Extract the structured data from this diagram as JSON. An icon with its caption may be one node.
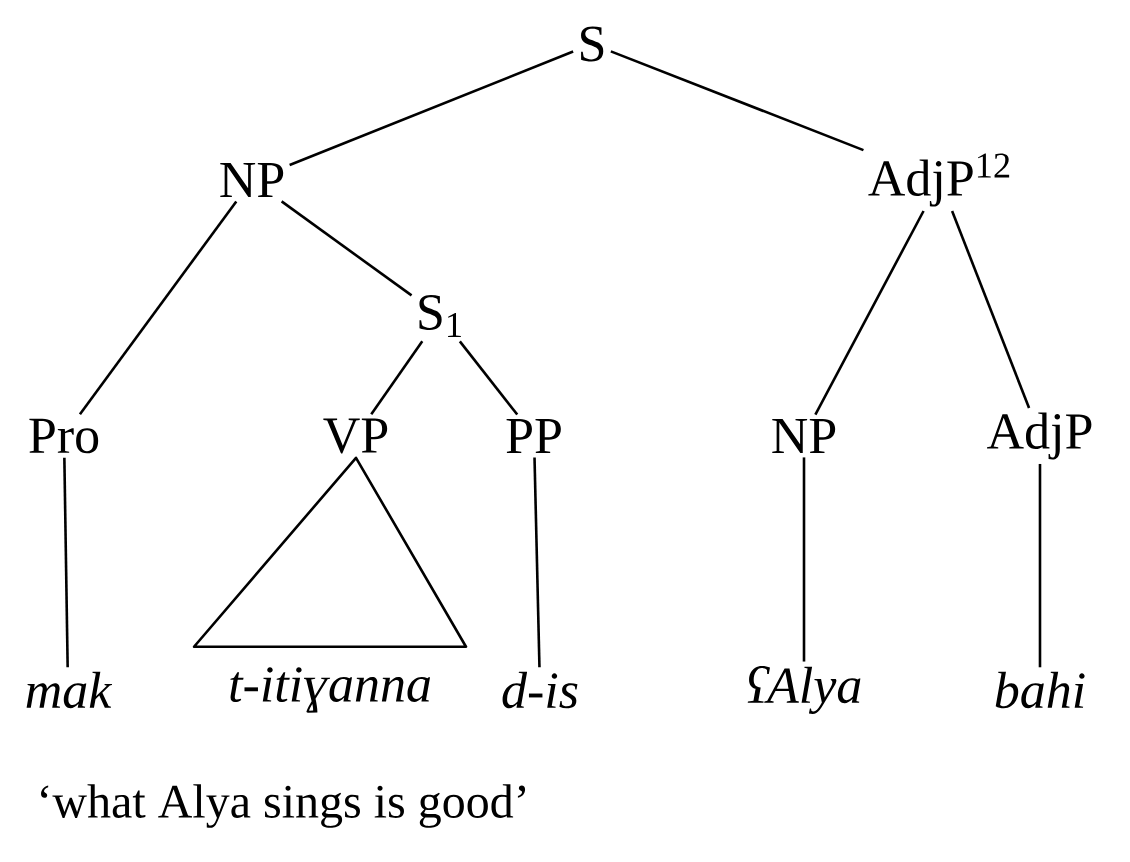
{
  "diagram": {
    "caption": "‘what Alya sings is good’",
    "nodes": [
      {
        "text": [
          "S"
        ]
      },
      {
        "text": [
          "NP"
        ]
      },
      {
        "text": [
          "AdjP$^{12}$"
        ]
      },
      {
        "text": [
          "S$_{1}$"
        ]
      },
      {
        "text": [
          "Pro"
        ]
      },
      {
        "text": [
          "VP"
        ]
      },
      {
        "text": [
          "PP"
        ]
      },
      {
        "text": [
          "NP"
        ]
      },
      {
        "text": [
          "AdjP"
        ]
      },
      {
        "text": [
          "mak"
        ]
      },
      {
        "text": [
          "t-itiɣanna"
        ]
      },
      {
        "text": [
          "d-is"
        ]
      },
      {
        "text": [
          "ʕAlya"
        ]
      },
      {
        "text": [
          "bahi"
        ]
      }
    ],
    "edges": [
      {
        "from": 0,
        "to": 1,
        "arrow": "none"
      },
      {
        "from": 0,
        "to": 2,
        "arrow": "none"
      },
      {
        "from": 1,
        "to": 4,
        "arrow": "none"
      },
      {
        "from": 1,
        "to": 3,
        "arrow": "none"
      },
      {
        "from": 3,
        "to": 5,
        "arrow": "none"
      },
      {
        "from": 3,
        "to": 6,
        "arrow": "none"
      },
      {
        "from": 2,
        "to": 7,
        "arrow": "none"
      },
      {
        "from": 2,
        "to": 8,
        "arrow": "none"
      },
      {
        "from": 4,
        "to": 9,
        "arrow": "none"
      },
      {
        "from": 5,
        "to": 10,
        "arrow": "none"
      },
      {
        "from": 6,
        "to": 11,
        "arrow": "none"
      },
      {
        "from": 7,
        "to": 12,
        "arrow": "none"
      },
      {
        "from": 8,
        "to": 13,
        "arrow": "none"
      }
    ]
  }
}
